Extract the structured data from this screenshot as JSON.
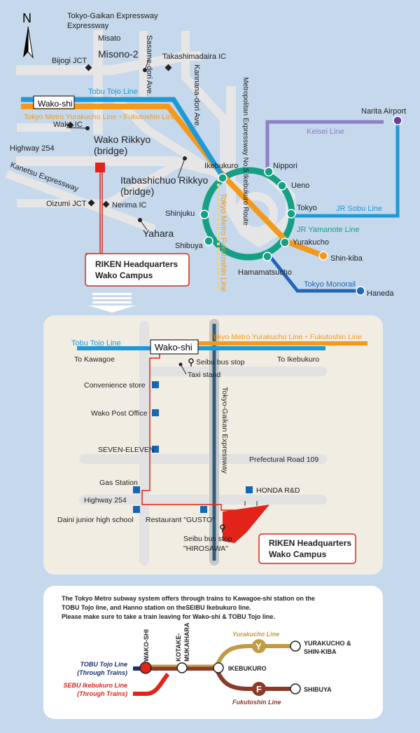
{
  "top_map": {
    "north": "N",
    "roads": {
      "tokyo_gaikan": "Tokyo-Gaikan Expressway",
      "misato": "Misato",
      "bijogi": "Bijogi JCT",
      "misono": "Misono-2",
      "sasame": "Sasame-dori Ave.",
      "takashimadaira": "Takashimadaira IC",
      "kannana": "Kannana-dori Ave.",
      "metro_expressway": "Metropolitan Expressway No.5 Ikebukuro Route",
      "wako_ic": "Wako IC",
      "highway254": "Highway 254",
      "kanetsu": "Kanetsu Expressway",
      "oizumi": "Oizumi JCT",
      "nerima": "Nerima IC",
      "yahara": "Yahara",
      "wako_rikkyo_1": "Wako Rikkyo",
      "wako_rikkyo_2": "(bridge)",
      "itabashi_1": "Itabashichuo Rikkyo",
      "itabashi_2": "(bridge)"
    },
    "lines": {
      "tobu_tojo": "Tobu Tojo Line",
      "yurakucho_fukutoshin": "Tokyo Metro Yurakucho Line・Fukutoshin Line",
      "fukutoshin": "Tokyo Metro Fukutoshin Line",
      "keisei": "Keisei Line",
      "jr_sobu": "JR Sobu Line",
      "jr_yamanote": "JR Yamanote Line",
      "monorail": "Tokyo Monorail"
    },
    "stations": {
      "wako_shi": "Wako-shi",
      "ikebukuro": "Ikebukuro",
      "nippori": "Nippori",
      "ueno": "Ueno",
      "tokyo": "Tokyo",
      "yurakucho": "Yurakucho",
      "shinjuku": "Shinjuku",
      "shibuya": "Shibuya",
      "hamamatsucho": "Hamamatsucho",
      "shin_kiba": "Shin-kiba",
      "haneda": "Haneda",
      "narita": "Narita Airport"
    },
    "riken_1": "RIKEN Headquarters",
    "riken_2": "Wako Campus"
  },
  "detail_map": {
    "tobu_tojo": "Tobu Tojo Line",
    "yurakucho_fukutoshin": "Tokyo Metro Yurakucho Line・Fukutoshin Line",
    "wako_shi": "Wako-shi",
    "to_kawagoe": "To Kawagoe",
    "to_ikebukuro": "To Ikebukuro",
    "seibu_bus_stop": "Seibu bus stop",
    "taxi_stand": "Taxi stand",
    "convenience_store": "Convenience store",
    "post_office": "Wako Post Office",
    "seven_eleven": "SEVEN-ELEVEN",
    "prefectural_road": "Prefectural Road 109",
    "gaikan": "Tokyo-Gaikan Expressway",
    "gas_station": "Gas Station",
    "honda": "HONDA R&D",
    "highway254": "Highway 254",
    "daini": "Daini junior high school",
    "gusto": "Restaurant \"GUSTO\"",
    "hirosawa_1": "Seibu bus stop",
    "hirosawa_2": "\"HIROSAWA\"",
    "riken_1": "RIKEN Headquarters",
    "riken_2": "Wako Campus"
  },
  "notice": {
    "line1": "The Tokyo Metro subway system offers through trains to Kawagoe-shi station on the",
    "line2": "TOBU Tojo line, and Hanno station on theSEIBU Ikebukuro line.",
    "line3": "Please make sure to take a train leaving for Wako-shi & TOBU Tojo line."
  },
  "route_diagram": {
    "tobu_1": "TOBU Tojo Line",
    "tobu_2": "(Through Trains)",
    "seibu_1": "SEBU Ikebukuro Line",
    "seibu_2": "(Through Trains)",
    "wako_shi": "WAKO-SHI",
    "kotake_1": "KOTAKE-",
    "kotake_2": "MUKAIHARA",
    "ikebukuro": "IKEBUKURO",
    "yurakucho_line": "Yurakucho Line",
    "fukutoshin_line": "Fukutoshin Line",
    "y_mark": "Y",
    "f_mark": "F",
    "yurakucho_dest_1": "YURAKUCHO &",
    "yurakucho_dest_2": "SHIN-KIBA",
    "shibuya": "SHIBUYA"
  },
  "colors": {
    "background": "#c5d8ec",
    "tobu": "#1e9ad6",
    "yurakucho": "#f39a1e",
    "yamanote": "#169f85",
    "keisei": "#8e80c4",
    "monorail": "#2166b8",
    "riken": "#e2231a",
    "route_gold": "#c19a44",
    "route_brown": "#8b3a2a"
  }
}
